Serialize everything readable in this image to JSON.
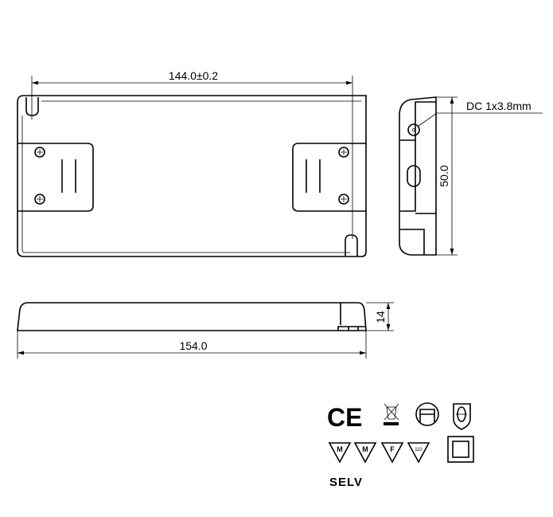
{
  "dimensions": {
    "mounting_length": "144.0±0.2",
    "overall_length": "154.0",
    "width": "50.0",
    "height": "14",
    "dc_connector": "DC 1x3.8mm"
  },
  "symbols": {
    "ce": "CE",
    "triangles": [
      "M",
      "M",
      "F",
      "110"
    ],
    "selv": "SELV"
  },
  "colors": {
    "line": "#000000",
    "background": "#ffffff"
  }
}
